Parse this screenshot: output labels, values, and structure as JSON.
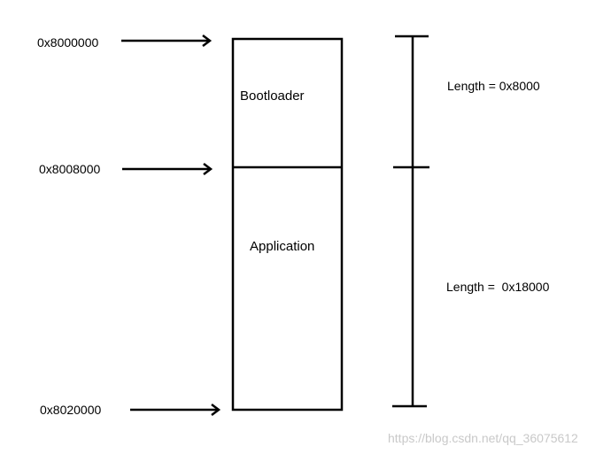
{
  "addresses": {
    "start": "0x8000000",
    "app_start": "0x8008000",
    "end": "0x8020000"
  },
  "regions": {
    "bootloader": "Bootloader",
    "application": "Application"
  },
  "lengths": {
    "bootloader": "Length = 0x8000",
    "application": "Length =  0x18000"
  },
  "watermark": "https://blog.csdn.net/qq_36075612",
  "colors": {
    "line": "#000000",
    "background": "#ffffff",
    "watermark": "#c9c9c9"
  }
}
